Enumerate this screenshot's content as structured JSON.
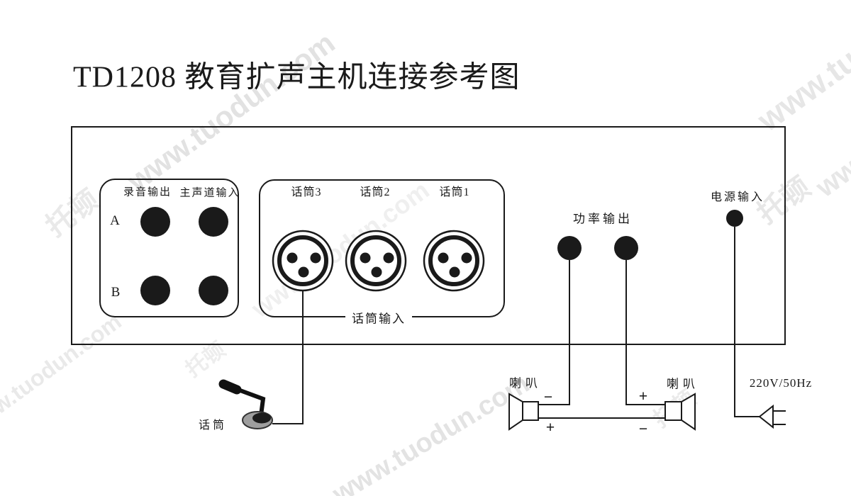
{
  "title": "TD1208 教育扩声主机连接参考图",
  "watermark": {
    "url_text": "www.tuodun.com",
    "brand_text": "托顿"
  },
  "panel": {
    "record_section": {
      "col_labels": [
        "录音输出",
        "主声道输入"
      ],
      "row_labels": [
        "A",
        "B"
      ]
    },
    "mic_section": {
      "jack_labels": [
        "话筒3",
        "话筒2",
        "话筒1"
      ],
      "section_label": "话筒输入"
    },
    "power_output_label": "功率输出",
    "power_input_label": "电源输入"
  },
  "external": {
    "microphone_label": "话筒",
    "mains_label": "220V/50Hz",
    "speakers": [
      {
        "label": "喇叭",
        "top_sign": "−",
        "bottom_sign": "+"
      },
      {
        "label": "喇叭",
        "top_sign": "+",
        "bottom_sign": "−"
      }
    ]
  },
  "colors": {
    "line": "#1a1a1a",
    "connector_fill": "#1a1a1a",
    "watermark_gray": "#e3e3e3",
    "mic_base_gray": "#9e9e9e",
    "background": "#ffffff"
  }
}
